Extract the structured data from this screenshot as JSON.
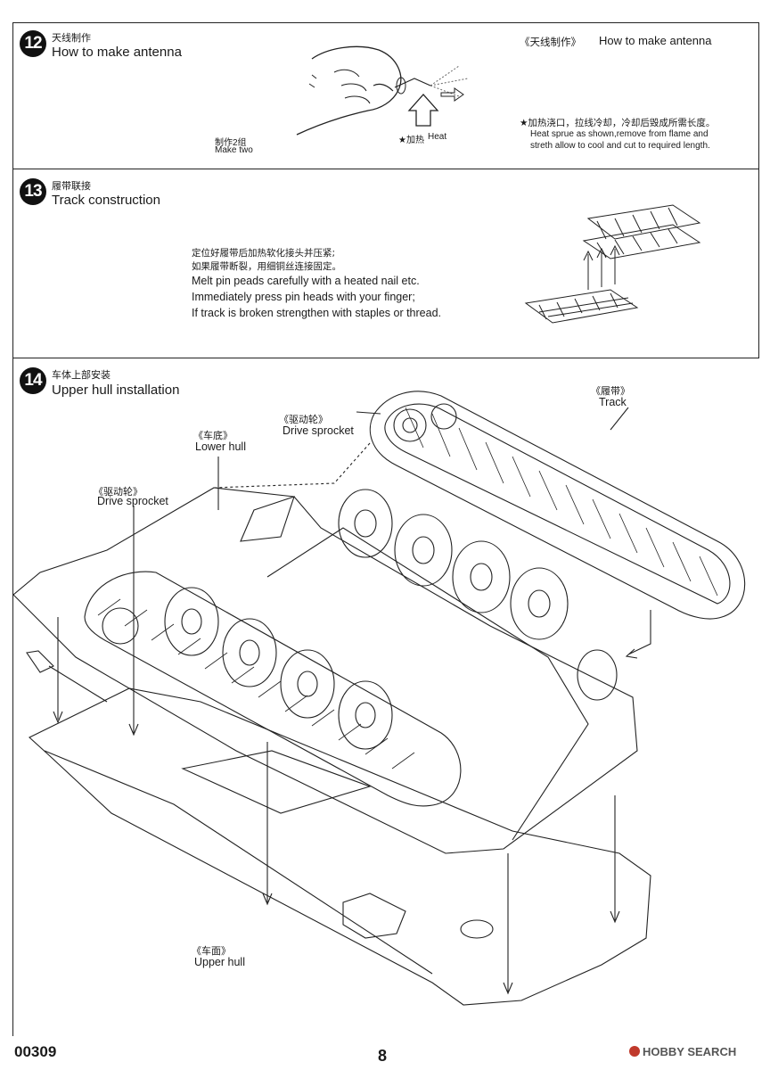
{
  "steps": [
    {
      "number": "12",
      "title_zh": "天线制作",
      "title_en": "How to make antenna",
      "header_zh": "《天线制作》",
      "header_en": "How to make antenna",
      "make_two_zh": "制作2组",
      "make_two_en": "Make two",
      "heat_zh": "★加热",
      "heat_en": "Heat",
      "note_zh": "★加热浇口，拉线冷却，冷却后毁成所需长度。",
      "note_en_1": "Heat sprue as shown,remove from flame and",
      "note_en_2": "streth allow to cool and cut to required length."
    },
    {
      "number": "13",
      "title_zh": "履带联接",
      "title_en": "Track construction",
      "note_zh_1": "定位好履带后加热软化接头并压紧;",
      "note_zh_2": "如果履带断裂，用细铜丝连接固定。",
      "note_en_1": "Melt pin peads carefully with a heated nail etc.",
      "note_en_2": "Immediately press pin heads with your finger;",
      "note_en_3": "If track is broken strengthen with staples or thread."
    },
    {
      "number": "14",
      "title_zh": "车体上部安装",
      "title_en": "Upper hull installation",
      "callouts": [
        {
          "zh": "《驱动轮》",
          "en": "Drive sprocket"
        },
        {
          "zh": "《车底》",
          "en": "Lower hull"
        },
        {
          "zh": "《驱动轮》",
          "en": "Drive sprocket"
        },
        {
          "zh": "《履带》",
          "en": "Track"
        },
        {
          "zh": "《车面》",
          "en": "Upper hull"
        }
      ]
    }
  ],
  "footer": {
    "code": "00309",
    "page": "8",
    "watermark": "HOBBY SEARCH"
  }
}
